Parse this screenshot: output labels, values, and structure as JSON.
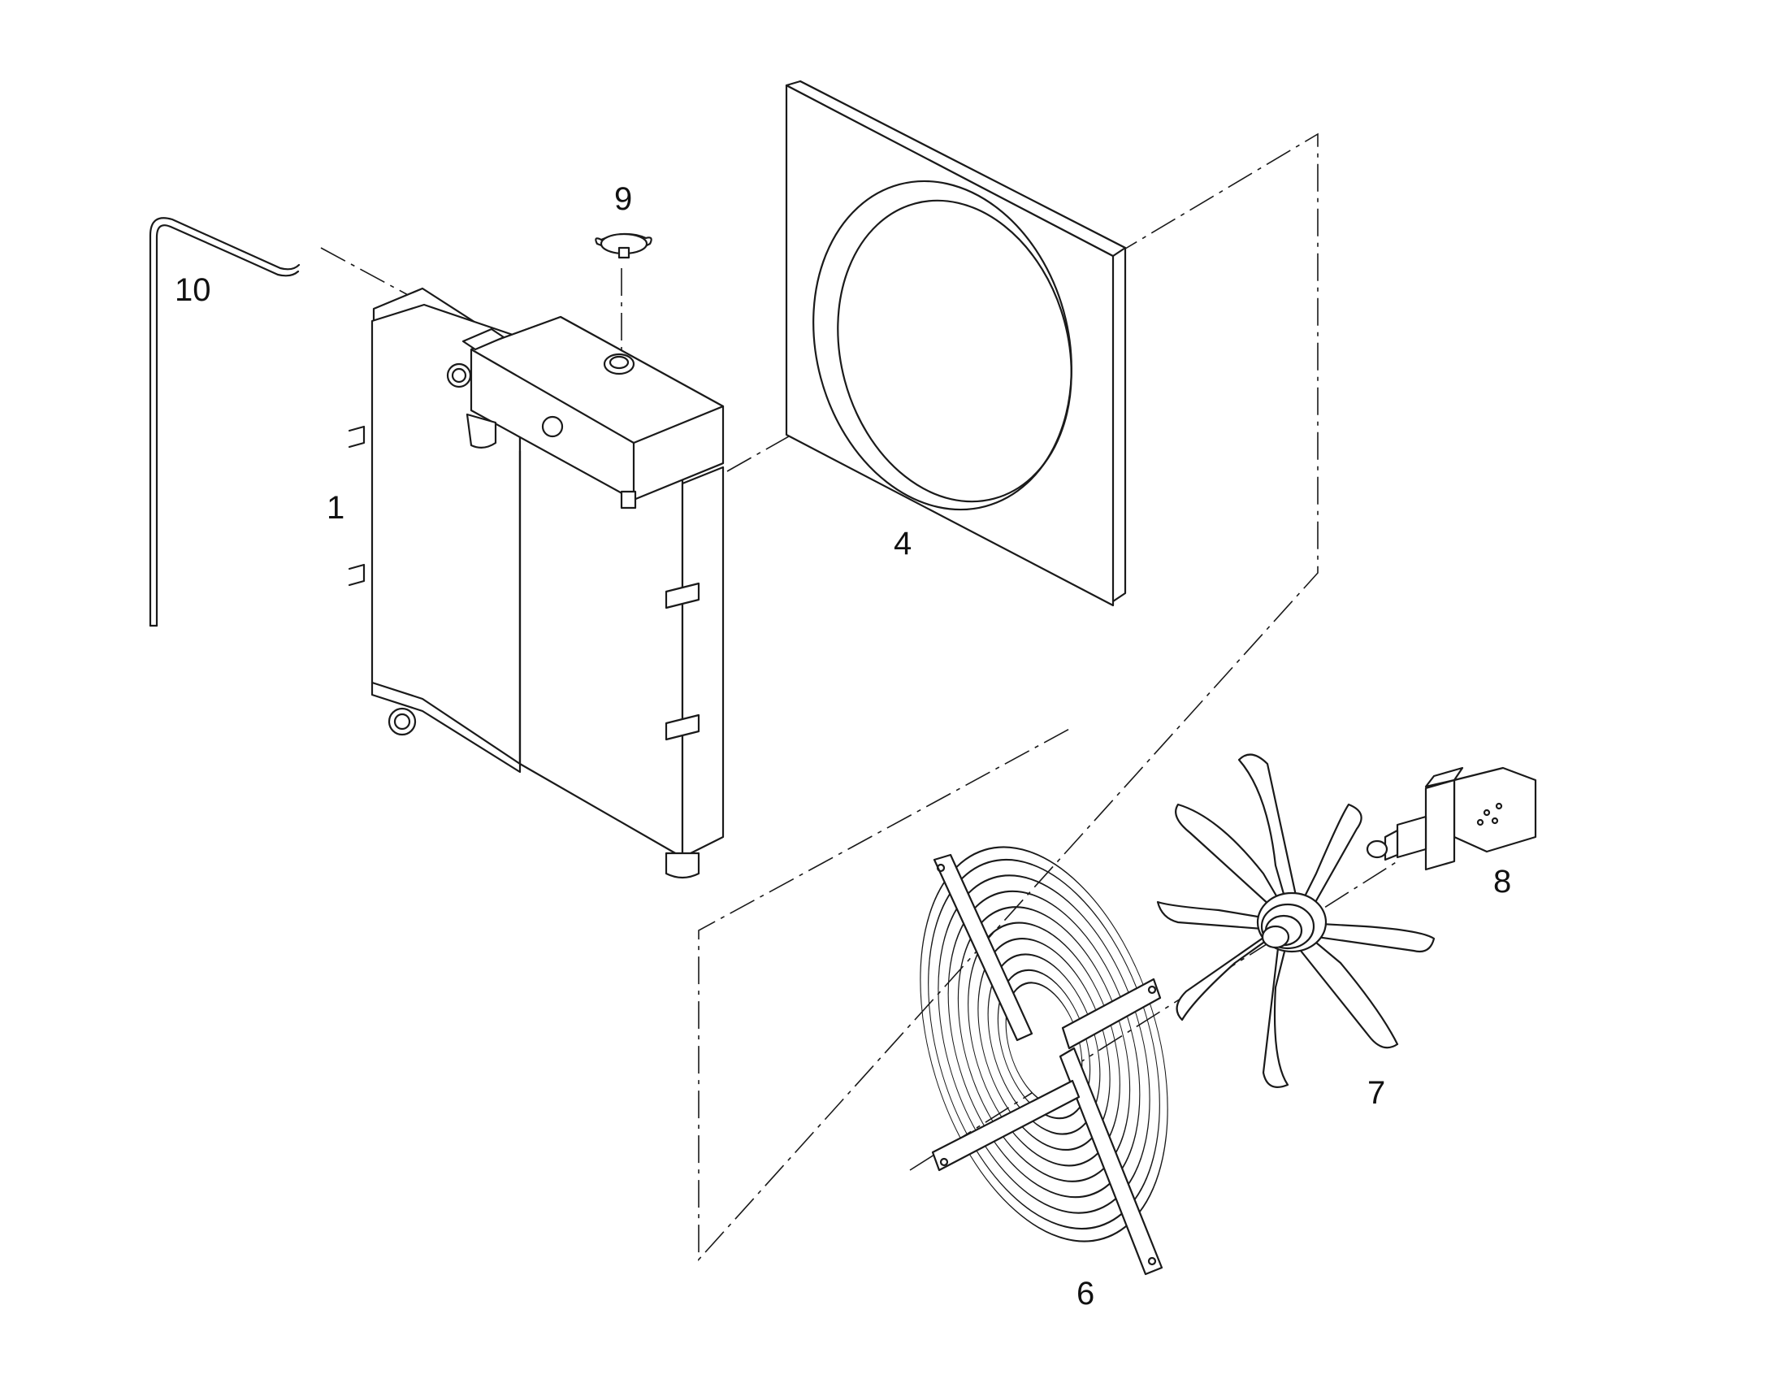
{
  "diagram": {
    "callouts": [
      {
        "id": "1",
        "text": "1"
      },
      {
        "id": "4",
        "text": "4"
      },
      {
        "id": "6",
        "text": "6"
      },
      {
        "id": "7",
        "text": "7"
      },
      {
        "id": "8",
        "text": "8"
      },
      {
        "id": "9",
        "text": "9"
      },
      {
        "id": "10",
        "text": "10"
      }
    ],
    "parts": [
      {
        "id": "1",
        "icon": "radiator-icon"
      },
      {
        "id": "4",
        "icon": "fan-shroud-icon"
      },
      {
        "id": "6",
        "icon": "fan-guard-icon"
      },
      {
        "id": "7",
        "icon": "fan-blade-icon"
      },
      {
        "id": "8",
        "icon": "hydraulic-motor-icon"
      },
      {
        "id": "9",
        "icon": "radiator-cap-icon"
      },
      {
        "id": "10",
        "icon": "overflow-hose-icon"
      }
    ],
    "colors": {
      "line": "#1a1a1a",
      "background": "#ffffff"
    }
  }
}
